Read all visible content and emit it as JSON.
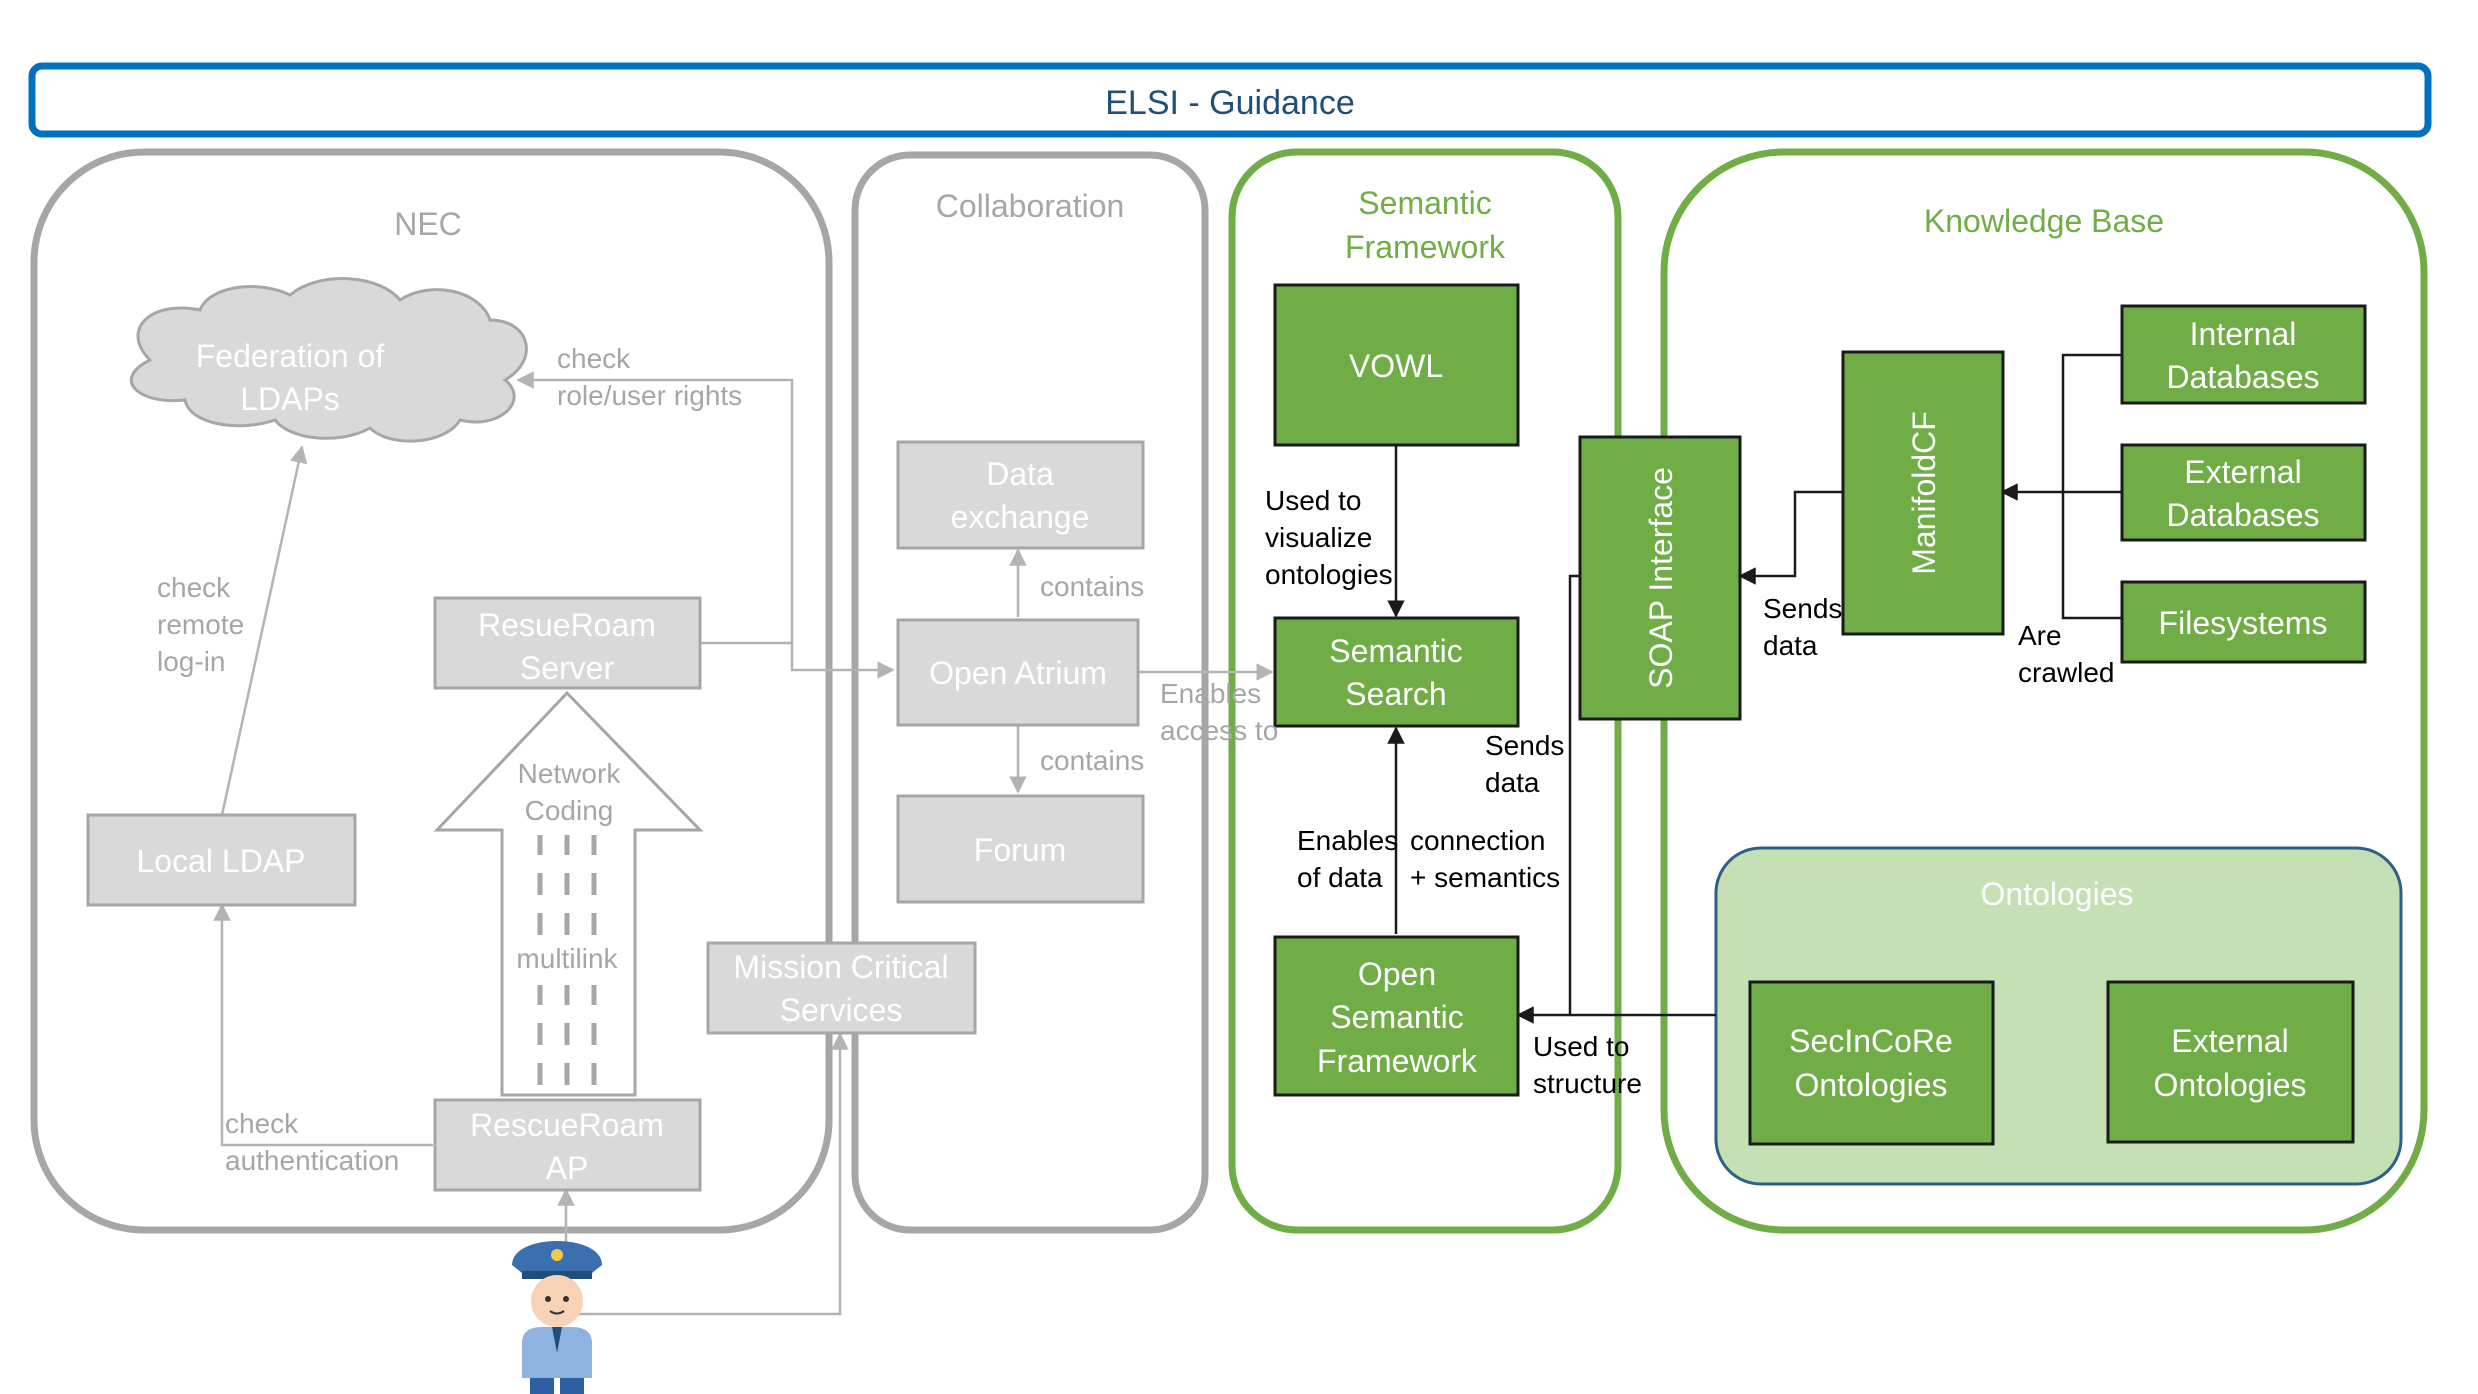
{
  "banner": {
    "title": "ELSI - Guidance"
  },
  "panels": {
    "nec": {
      "title": "NEC"
    },
    "collaboration": {
      "title": "Collaboration"
    },
    "semantic_framework": {
      "title_line1": "Semantic",
      "title_line2": "Framework"
    },
    "knowledge_base": {
      "title": "Knowledge Base"
    },
    "ontologies": {
      "title": "Ontologies"
    }
  },
  "nec_nodes": {
    "federation": {
      "line1": "Federation of",
      "line2": "LDAPs"
    },
    "rescue_server": {
      "line1": "ResueRoam",
      "line2": "Server"
    },
    "local_ldap": {
      "label": "Local LDAP"
    },
    "network_coding": {
      "line1": "Network",
      "line2": "Coding",
      "line3": "multilink"
    },
    "rescue_ap": {
      "line1": "RescueRoam",
      "line2": "AP"
    },
    "mission_critical": {
      "line1": "Mission Critical",
      "line2": "Services"
    }
  },
  "collab_nodes": {
    "data_exchange": {
      "line1": "Data",
      "line2": "exchange"
    },
    "open_atrium": {
      "label": "Open Atrium"
    },
    "forum": {
      "label": "Forum"
    }
  },
  "semantic_nodes": {
    "vowl": {
      "label": "VOWL"
    },
    "semantic_search": {
      "line1": "Semantic",
      "line2": "Search"
    },
    "osf": {
      "line1": "Open",
      "line2": "Semantic",
      "line3": "Framework"
    },
    "soap": {
      "label": "SOAP Interface"
    }
  },
  "kb_nodes": {
    "manifoldcf": {
      "label": "ManifoldCF"
    },
    "internal_db": {
      "line1": "Internal",
      "line2": "Databases"
    },
    "external_db": {
      "line1": "External",
      "line2": "Databases"
    },
    "filesystems": {
      "label": "Filesystems"
    },
    "secincore": {
      "line1": "SecInCoRe",
      "line2": "Ontologies"
    },
    "external_onto": {
      "line1": "External",
      "line2": "Ontologies"
    }
  },
  "edge_labels": {
    "check_role_1": "check",
    "check_role_2": "role/user rights",
    "check_remote_1": "check",
    "check_remote_2": "remote",
    "check_remote_3": "log-in",
    "check_auth_1": "check",
    "check_auth_2": "authentication",
    "contains_top": "contains",
    "contains_bottom": "contains",
    "enables_access_1": "Enables",
    "enables_access_2": "access to",
    "used_visualize_1": "Used to",
    "used_visualize_2": "visualize",
    "used_visualize_3": "ontologies",
    "sends_data_ss_1": "Sends",
    "sends_data_ss_2": "data",
    "enables_conn_1": "Enables",
    "enables_conn_2": "of data",
    "enables_conn_3": "connection",
    "enables_conn_4": "+ semantics",
    "used_structure_1": "Used to",
    "used_structure_2": "structure",
    "sends_data_kb_1": "Sends",
    "sends_data_kb_2": "data",
    "are_crawled_1": "Are",
    "are_crawled_2": "crawled"
  },
  "colors": {
    "banner_border": "#0070c0",
    "banner_text": "#1f4e79",
    "grey": "#a6a6a6",
    "grey_fill": "#d9d9d9",
    "green": "#70ad47",
    "ontology_fill": "#c5e0b4",
    "ontology_border": "#2e5f8a"
  },
  "icons": {
    "user": "police-officer-icon"
  }
}
